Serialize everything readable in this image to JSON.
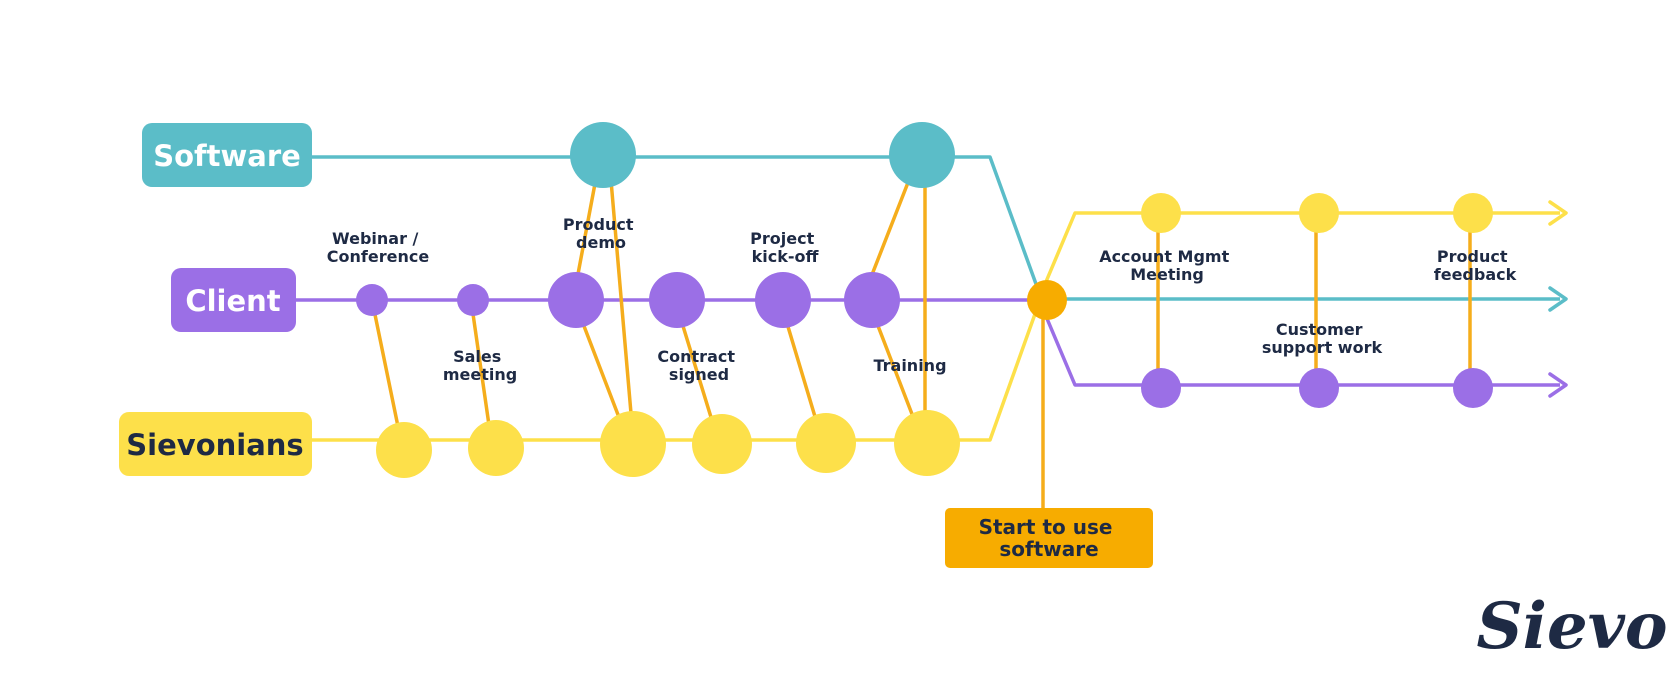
{
  "colors": {
    "software": "#5bbdc8",
    "client": "#9b6fe6",
    "sievonians": "#fde04a",
    "connector": "#f5ad1c",
    "start": "#f7ac00",
    "text": "#1e2a44"
  },
  "lanes": {
    "software": "Software",
    "client": "Client",
    "sievonians": "Sievonians"
  },
  "events": {
    "webinar": [
      "Webinar /",
      "Conference"
    ],
    "sales": [
      "Sales",
      "meeting"
    ],
    "demo": [
      "Product",
      "demo"
    ],
    "contract": [
      "Contract",
      "signed"
    ],
    "kickoff": [
      "Project",
      "kick-off"
    ],
    "training": "Training",
    "account": [
      "Account Mgmt",
      "Meeting"
    ],
    "support": [
      "Customer",
      "support work"
    ],
    "feedback": [
      "Product",
      "feedback"
    ]
  },
  "start": [
    "Start to use",
    "software"
  ],
  "brand": "Sievo"
}
